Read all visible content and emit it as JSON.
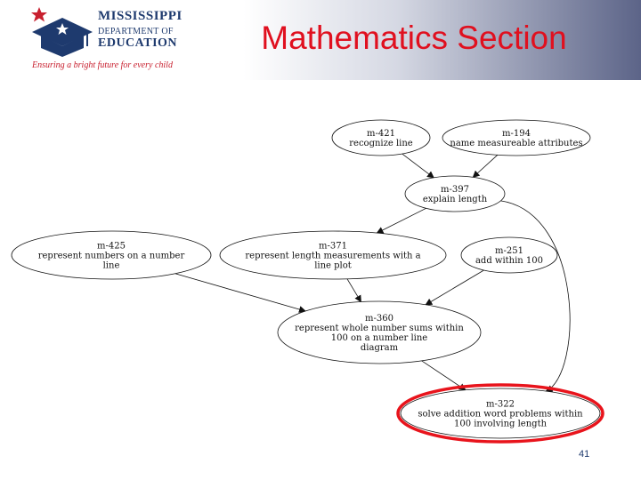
{
  "header": {
    "logo": {
      "line1": "MISSISSIPPI",
      "line2": "DEPARTMENT OF",
      "line3": "EDUCATION",
      "tagline": "Ensuring a bright future for every child",
      "colors": {
        "navy": "#1e3a6e",
        "red": "#c8202f"
      }
    },
    "title": "Mathematics Section",
    "title_color": "#e0101f"
  },
  "diagram": {
    "nodes": [
      {
        "id": "m-421",
        "lines": [
          "m-421",
          "recognize line"
        ]
      },
      {
        "id": "m-194",
        "lines": [
          "m-194",
          "name measureable attributes"
        ]
      },
      {
        "id": "m-397",
        "lines": [
          "m-397",
          "explain length"
        ]
      },
      {
        "id": "m-425",
        "lines": [
          "m-425",
          "represent numbers on a number",
          "line"
        ]
      },
      {
        "id": "m-371",
        "lines": [
          "m-371",
          "represent length measurements with a",
          "line plot"
        ]
      },
      {
        "id": "m-251",
        "lines": [
          "m-251",
          "add within 100"
        ]
      },
      {
        "id": "m-360",
        "lines": [
          "m-360",
          "represent whole number sums within",
          "100 on a number line",
          "diagram"
        ]
      },
      {
        "id": "m-322",
        "lines": [
          "m-322",
          "solve addition word problems within",
          "100 involving length"
        ],
        "highlighted": true
      }
    ],
    "edges": [
      [
        "m-421",
        "m-397"
      ],
      [
        "m-194",
        "m-397"
      ],
      [
        "m-397",
        "m-371"
      ],
      [
        "m-397",
        "m-322"
      ],
      [
        "m-425",
        "m-360"
      ],
      [
        "m-371",
        "m-360"
      ],
      [
        "m-251",
        "m-360"
      ],
      [
        "m-360",
        "m-322"
      ]
    ],
    "highlight_color": "#e8141c"
  },
  "footer": {
    "page_number": "41"
  }
}
